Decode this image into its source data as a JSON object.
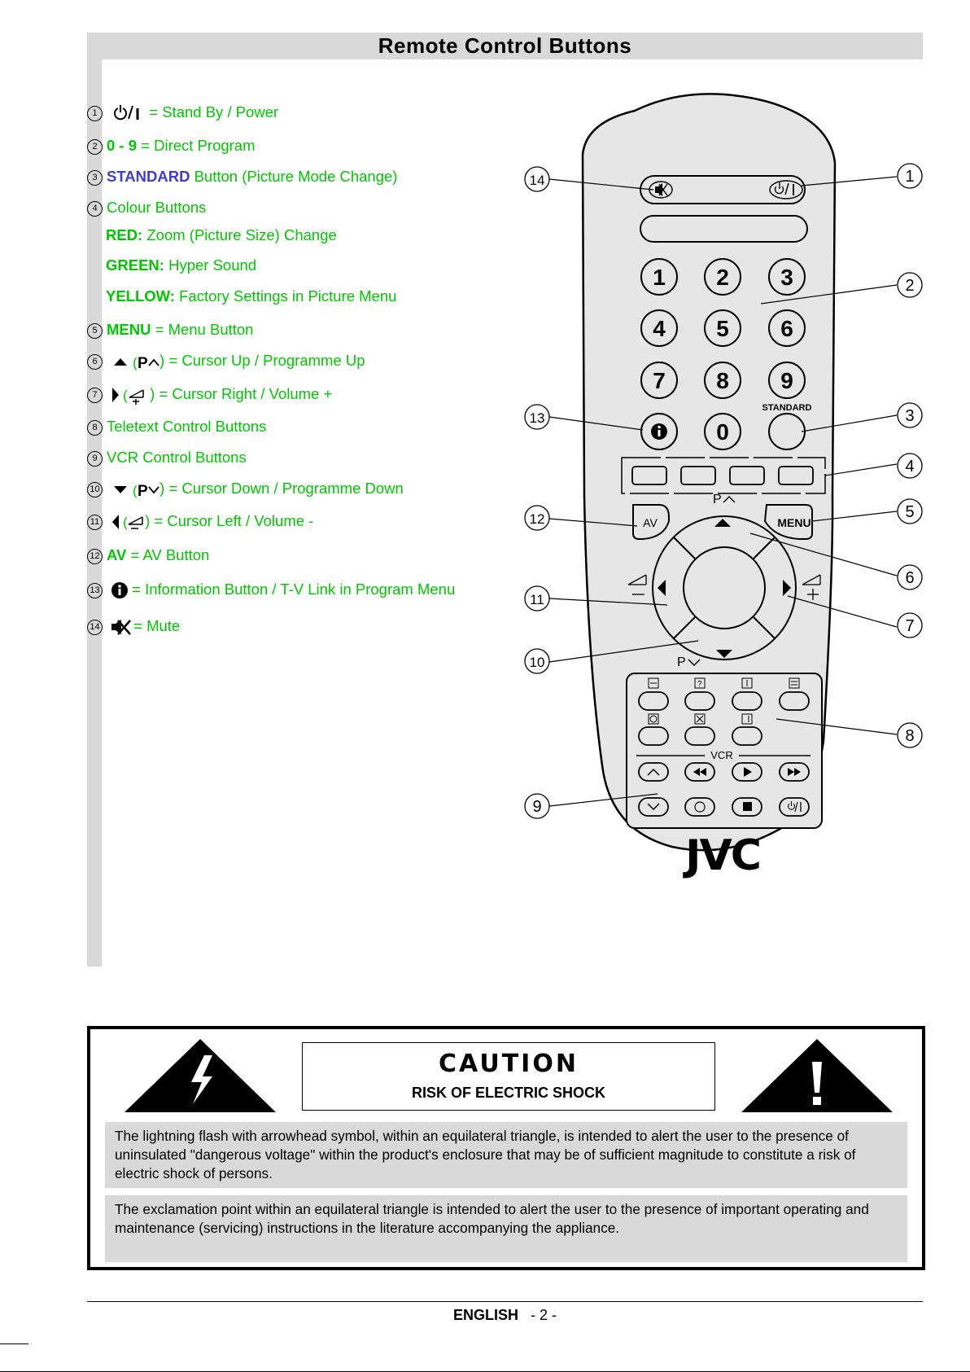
{
  "title": "Remote Control Buttons",
  "items": [
    {
      "n": "1",
      "key": "",
      "text": "= Stand By / Power"
    },
    {
      "n": "2",
      "key": "0 - 9",
      "text": " = Direct Program"
    },
    {
      "n": "3",
      "key": "STANDARD",
      "text": " Button (Picture Mode Change)"
    },
    {
      "n": "4",
      "key": "",
      "text": "Colour Buttons"
    },
    {
      "n": "5",
      "key": "MENU",
      "text": " = Menu Button"
    },
    {
      "n": "6",
      "key": "",
      "text": ") = Cursor Up / Programme Up"
    },
    {
      "n": "7",
      "key": "",
      "text": ") = Cursor Right / Volume +"
    },
    {
      "n": "8",
      "key": "",
      "text": "Teletext Control Buttons"
    },
    {
      "n": "9",
      "key": "",
      "text": "VCR Control Buttons"
    },
    {
      "n": "10",
      "key": "",
      "text": ") = Cursor Down / Programme Down"
    },
    {
      "n": "11",
      "key": "",
      "text": ") = Cursor Left /  Volume -"
    },
    {
      "n": "12",
      "key": "AV",
      "text": " = AV Button"
    },
    {
      "n": "13",
      "key": "",
      "text": "= Information Button / T-V Link in Program Menu"
    },
    {
      "n": "14",
      "key": "",
      "text": "= Mute"
    }
  ],
  "colour": [
    {
      "key": "RED:",
      "text": " Zoom (Picture Size) Change"
    },
    {
      "key": "GREEN:",
      "text": " Hyper Sound"
    },
    {
      "key": "YELLOW:",
      "text": " Factory Settings in Picture Menu"
    }
  ],
  "remote": {
    "digits": [
      "1",
      "2",
      "3",
      "4",
      "5",
      "6",
      "7",
      "8",
      "9",
      "0"
    ],
    "standard": "STANDARD",
    "av": "AV",
    "menu": "MENU",
    "p_up": "P",
    "p_down": "P",
    "vcr": "VCR",
    "brand": "JVC",
    "callouts": [
      "1",
      "2",
      "3",
      "4",
      "5",
      "6",
      "7",
      "8",
      "9",
      "10",
      "11",
      "12",
      "13",
      "14"
    ]
  },
  "caution": {
    "title": "CAUTION",
    "subtitle": "RISK OF ELECTRIC SHOCK",
    "para1": "The lightning flash with arrowhead symbol, within an equilateral triangle, is intended to alert the user to the presence of uninsulated \"dangerous voltage\" within the product's enclosure that may be of sufficient magnitude to constitute a risk of electric shock of persons.",
    "para2": "The exclamation point within an equilateral triangle is intended to alert the user to the presence of important operating and maintenance (servicing) instructions in the literature accompanying the appliance."
  },
  "footer": {
    "lang": "ENGLISH",
    "page": "- 2 -"
  },
  "colors": {
    "green": "#00c800",
    "blue": "#3c3cd2",
    "grey": "#d9d9d9"
  }
}
